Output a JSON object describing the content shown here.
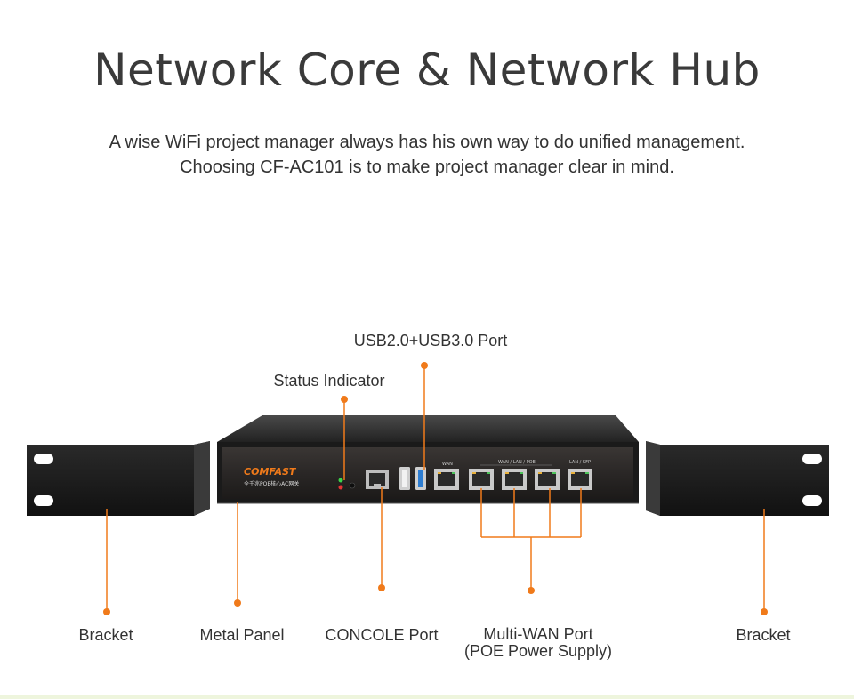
{
  "header": {
    "title": "Network Core & Network Hub",
    "subtitle_line1": "A wise WiFi project manager always has his own way to do unified management.",
    "subtitle_line2": "Choosing CF-AC101 is to make project manager clear in mind."
  },
  "device": {
    "brand": "COMFAST",
    "model_text": "全千兆POE核心AC网关",
    "port_group_label": "WAN / LAN / POE",
    "lan_sfp_label": "LAN / SFP",
    "wan_label": "WAN"
  },
  "callouts": {
    "usb": "USB2.0+USB3.0 Port",
    "status": "Status Indicator",
    "bracket_left": "Bracket",
    "metal_panel": "Metal Panel",
    "console": "CONCOLE Port",
    "multiwan_line1": "Multi-WAN Port",
    "multiwan_line2": "(POE Power Supply)",
    "bracket_right": "Bracket"
  },
  "colors": {
    "accent": "#f07a1a",
    "device_body": "#1e1e1e",
    "brand": "#f07a1a"
  }
}
